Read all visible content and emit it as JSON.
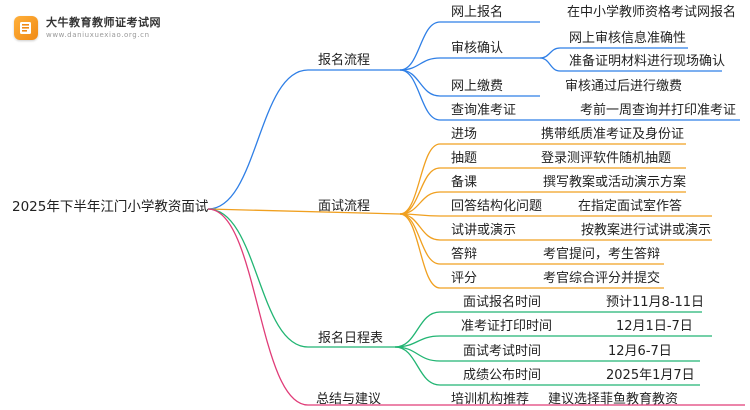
{
  "logo": {
    "title": "大牛教育教师证考试网",
    "url_text": "www.daniuxuexiao.org.cn"
  },
  "colors": {
    "branch1": "#2f7fe6",
    "branch2": "#f0a020",
    "branch3": "#22b573",
    "branch4": "#e03c78"
  },
  "mindmap": {
    "root": "2025年下半年江门小学教资面试",
    "branches": [
      {
        "label": "报名流程",
        "children": [
          {
            "label": "网上报名",
            "detail": "在中小学教师资格考试网报名"
          },
          {
            "label": "审核确认",
            "details": [
              "网上审核信息准确性",
              "准备证明材料进行现场确认"
            ]
          },
          {
            "label": "网上缴费",
            "detail": "审核通过后进行缴费"
          },
          {
            "label": "查询准考证",
            "detail": "考前一周查询并打印准考证"
          }
        ]
      },
      {
        "label": "面试流程",
        "children": [
          {
            "label": "进场",
            "detail": "携带纸质准考证及身份证"
          },
          {
            "label": "抽题",
            "detail": "登录测评软件随机抽题"
          },
          {
            "label": "备课",
            "detail": "撰写教案或活动演示方案"
          },
          {
            "label": "回答结构化问题",
            "detail": "在指定面试室作答"
          },
          {
            "label": "试讲或演示",
            "detail": "按教案进行试讲或演示"
          },
          {
            "label": "答辩",
            "detail": "考官提问，考生答辩"
          },
          {
            "label": "评分",
            "detail": "考官综合评分并提交"
          }
        ]
      },
      {
        "label": "报名日程表",
        "children": [
          {
            "label": "面试报名时间",
            "detail": "预计11月8-11日"
          },
          {
            "label": "准考证打印时间",
            "detail": "12月1日-7日"
          },
          {
            "label": "面试考试时间",
            "detail": "12月6-7日"
          },
          {
            "label": "成绩公布时间",
            "detail": "2025年1月7日"
          }
        ]
      },
      {
        "label": "总结与建议",
        "children": [
          {
            "label": "培训机构推荐",
            "detail": "建议选择菲鱼教育教资"
          }
        ]
      }
    ]
  }
}
